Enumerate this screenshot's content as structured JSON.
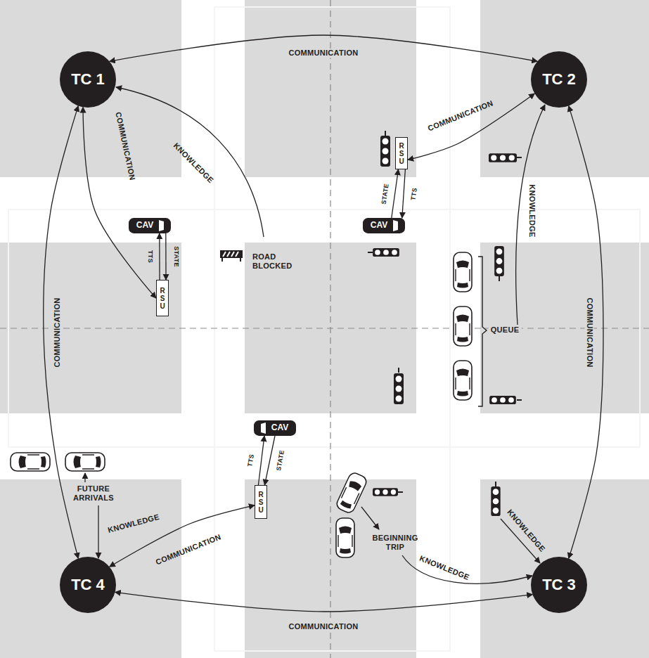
{
  "diagram": {
    "nodes": [
      {
        "text": [
          "TC 1"
        ]
      },
      {
        "text": [
          "TC 2"
        ]
      },
      {
        "text": [
          "CAV"
        ]
      },
      {
        "text": [
          "RSU"
        ]
      },
      {
        "text": [
          "CAV"
        ]
      },
      {
        "text": [
          "RSU"
        ]
      },
      {
        "text": [
          "CAV"
        ]
      },
      {
        "text": [
          "RSU"
        ]
      },
      {
        "text": [
          "TC 4"
        ]
      },
      {
        "text": [
          "TC 3"
        ]
      }
    ],
    "edges": [
      {
        "from": 0,
        "to": 1,
        "arrow": "both",
        "label": "COMMUNICATION"
      },
      {
        "from": 0,
        "to": 8,
        "arrow": "both",
        "label": "COMMUNICATION"
      },
      {
        "from": 1,
        "to": 9,
        "arrow": "both",
        "label": "COMMUNICATION"
      },
      {
        "from": 8,
        "to": 9,
        "arrow": "both",
        "label": "COMMUNICATION"
      },
      {
        "from": 0,
        "to": 5,
        "arrow": "both",
        "label": "COMMUNICATION"
      },
      {
        "from": 1,
        "to": 3,
        "arrow": "both",
        "label": "COMMUNICATION"
      },
      {
        "from": 8,
        "to": 7,
        "arrow": "both",
        "label": "COMMUNICATION"
      },
      {
        "from": 2,
        "to": 5,
        "arrow": "to",
        "label": "STATE"
      },
      {
        "from": 5,
        "to": 2,
        "arrow": "to",
        "label": "TTS"
      },
      {
        "from": 4,
        "to": 3,
        "arrow": "to",
        "label": "STATE"
      },
      {
        "from": 3,
        "to": 4,
        "arrow": "to",
        "label": "TTS"
      },
      {
        "from": 6,
        "to": 7,
        "arrow": "to",
        "label": "STATE"
      },
      {
        "from": 7,
        "to": 6,
        "arrow": "to",
        "label": "TTS"
      }
    ],
    "labels": [
      "ROAD BLOCKED",
      "KNOWLEDGE",
      "KNOWLEDGE",
      "QUEUE",
      "FUTURE ARRIVALS",
      "KNOWLEDGE",
      "BEGINNING TRIP",
      "KNOWLEDGE",
      "KNOWLEDGE"
    ]
  }
}
